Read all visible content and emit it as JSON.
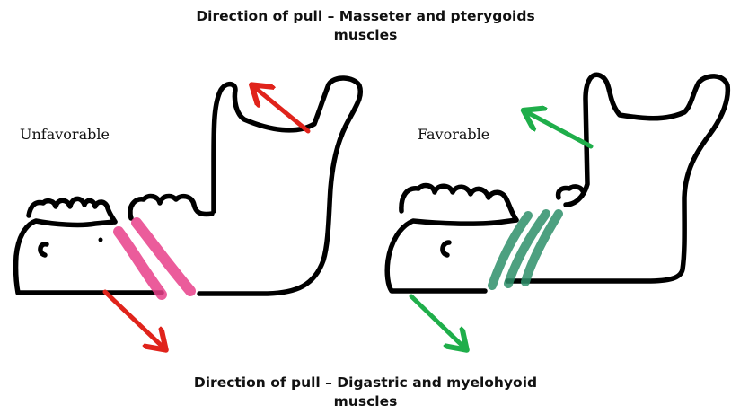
{
  "headings": {
    "top": "Direction of pull – Masseter and pterygoids\nmuscles",
    "bottom": "Direction of pull – Digastric and myelohyoid\nmuscles"
  },
  "panels": [
    {
      "label": "Unfavorable",
      "fracture_color": "#e8408a",
      "arrow_color": "#e0231b"
    },
    {
      "label": "Favorable",
      "fracture_color": "#2e8f6a",
      "arrow_color": "#1fae4a"
    }
  ]
}
